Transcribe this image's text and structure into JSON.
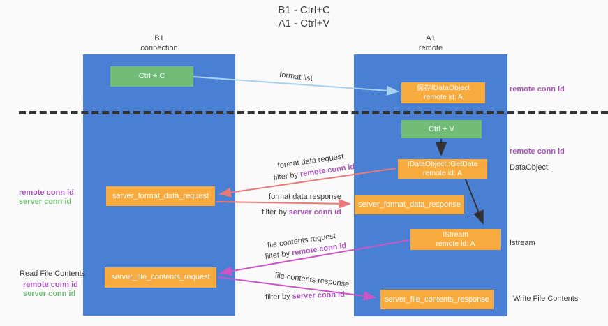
{
  "title": {
    "line1": "B1 - Ctrl+C",
    "line2": "A1 - Ctrl+V"
  },
  "columns": {
    "left": {
      "name": "B1",
      "role": "connection"
    },
    "right": {
      "name": "A1",
      "role": "remote"
    }
  },
  "nodes": {
    "ctrl_c": {
      "label": "Ctrl + C"
    },
    "save_dataobject": {
      "line1": "保存IDataObject",
      "line2": "remote id: A"
    },
    "ctrl_v": {
      "label": "Ctrl + V"
    },
    "getdata": {
      "line1": "IDataObject::GetData",
      "line2": "remote id: A"
    },
    "server_format_data_request": {
      "label": "server_format_data_request"
    },
    "server_format_data_response": {
      "label": "server_format_data_response"
    },
    "istream": {
      "line1": "IStream",
      "line2": "remote id: A"
    },
    "server_file_contents_request": {
      "label": "server_file_contents_request"
    },
    "server_file_contents_response": {
      "label": "server_file_contents_response"
    }
  },
  "arrow_labels": {
    "format_list": "format list",
    "format_data_request": "format data request",
    "format_data_response": "format data response",
    "file_contents_request": "file contents request",
    "file_contents_response": "file contents response",
    "filter_by": "filter by ",
    "remote_conn_id": "remote conn id",
    "server_conn_id": "server conn id"
  },
  "side_labels": {
    "right_top_remote_conn_id": "remote conn id",
    "right_mid_remote_conn_id": "remote conn id",
    "dataobject": "DataObject",
    "istream": "Istream",
    "write_file_contents": "Write File Contents",
    "left_remote_conn_id": "remote conn id",
    "left_server_conn_id": "server conn id",
    "read_file_contents": "Read File Contents",
    "left_remote_conn_id_2": "remote conn id",
    "left_server_conn_id_2": "server conn id"
  },
  "colors": {
    "lane_blue": "#4A80D4",
    "node_green": "#71BD77",
    "node_orange": "#F7AB3F",
    "accent_purple": "#A855BC",
    "accent_green": "#77BE7B",
    "arrow_red": "#E97876",
    "arrow_magenta": "#CC55C5",
    "arrow_blue": "#A8D2F0",
    "arrow_black": "#333333",
    "text_dark": "#3A3A3A",
    "background": "#FAFAFA"
  }
}
